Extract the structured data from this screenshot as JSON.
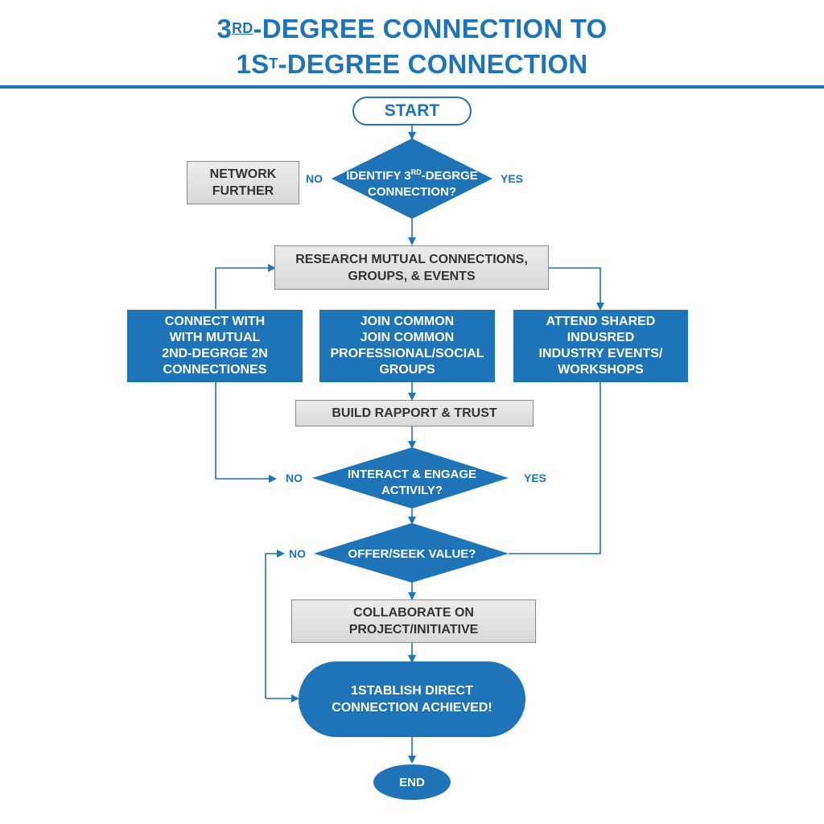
{
  "title": {
    "line1_prefix": "3",
    "line1_sup": "RD",
    "line1_rest": "-DEGREE CONNECTION TO",
    "line2_prefix": "1S",
    "line2_sup": "T",
    "line2_rest": "-DEGREE CONNECTION"
  },
  "nodes": {
    "start": "START",
    "identify": {
      "line1_prefix": "IDENTIFY 3",
      "line1_sup": "RD",
      "line1_rest": "-DEGRGE",
      "line2": "CONNECTION?"
    },
    "network_further": [
      "NETWORK",
      "FURTHER"
    ],
    "research": [
      "RESEARCH MUTUAL CONNECTIONS,",
      "GROUPS, & EVENTS"
    ],
    "connect_mutual": [
      "CONNECT WITH",
      "WITH MUTUAL",
      "2ND-DEGRGE 2N",
      "CONNECTIONES"
    ],
    "join_groups": [
      "JOIN COMMON",
      "JOIN COMMON",
      "PROFESSIONAL/SOCIAL",
      "GROUPS"
    ],
    "attend_events": [
      "ATTEND SHARED",
      "INDUSRED",
      "INDUSTRY EVENTS/",
      "WORKSHOPS"
    ],
    "build_rapport": "BUILD RAPPORT & TRUST",
    "interact": [
      "INTERACT & ENGAGE",
      "ACTIVILY?"
    ],
    "offer_value": "OFFER/SEEK VALUE?",
    "collaborate": [
      "COLLABORATE ON",
      "PROJECT/INITIATIVE"
    ],
    "establish": [
      "1STABLISH DIRECT",
      "CONNECTION ACHIEVED!"
    ],
    "end": "END"
  },
  "labels": {
    "identify_no": "NO",
    "identify_yes": "YES",
    "interact_no": "NO",
    "interact_yes": "YES",
    "offer_no": "NO"
  },
  "colors": {
    "primary": "#1f73b7",
    "gray_box": "#e0e0e0",
    "text_dark": "#333333"
  }
}
